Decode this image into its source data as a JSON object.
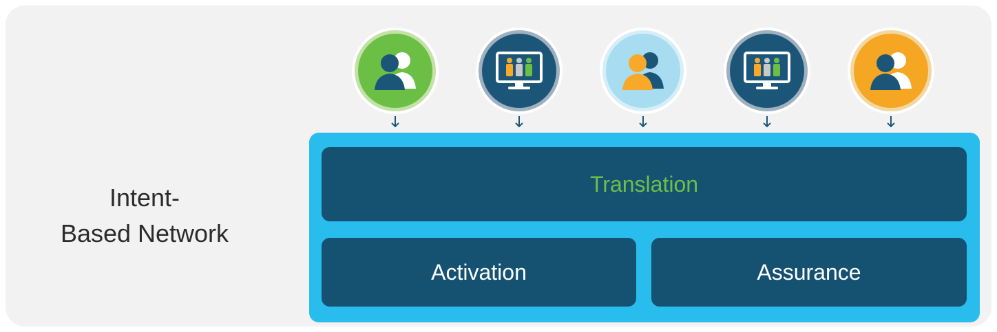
{
  "side_label": {
    "line1": "Intent-",
    "line2": "Based Network"
  },
  "layers": {
    "top": "Translation",
    "bottom_left": "Activation",
    "bottom_right": "Assurance"
  },
  "icons": [
    {
      "name": "users-icon",
      "ring": "#c4e1a8",
      "fill": "#6cbf45",
      "front": "#1b5679",
      "back": "#ffffff"
    },
    {
      "name": "monitor-group-icon",
      "ring": "#9fb1bf",
      "fill": "#1b5679"
    },
    {
      "name": "users-icon",
      "ring": "#d6eef8",
      "fill": "#a8dcf0",
      "front": "#f8a92a",
      "back": "#1b5679"
    },
    {
      "name": "monitor-group-icon",
      "ring": "#9fb1bf",
      "fill": "#1b5679"
    },
    {
      "name": "users-icon",
      "ring": "#f3d7a0",
      "fill": "#f5a623",
      "front": "#1b5679",
      "back": "#ffffff"
    }
  ],
  "colors": {
    "platform": "#29bdee",
    "block": "#155171",
    "translation_text": "#6cc04a",
    "arrow": "#1b5679"
  }
}
